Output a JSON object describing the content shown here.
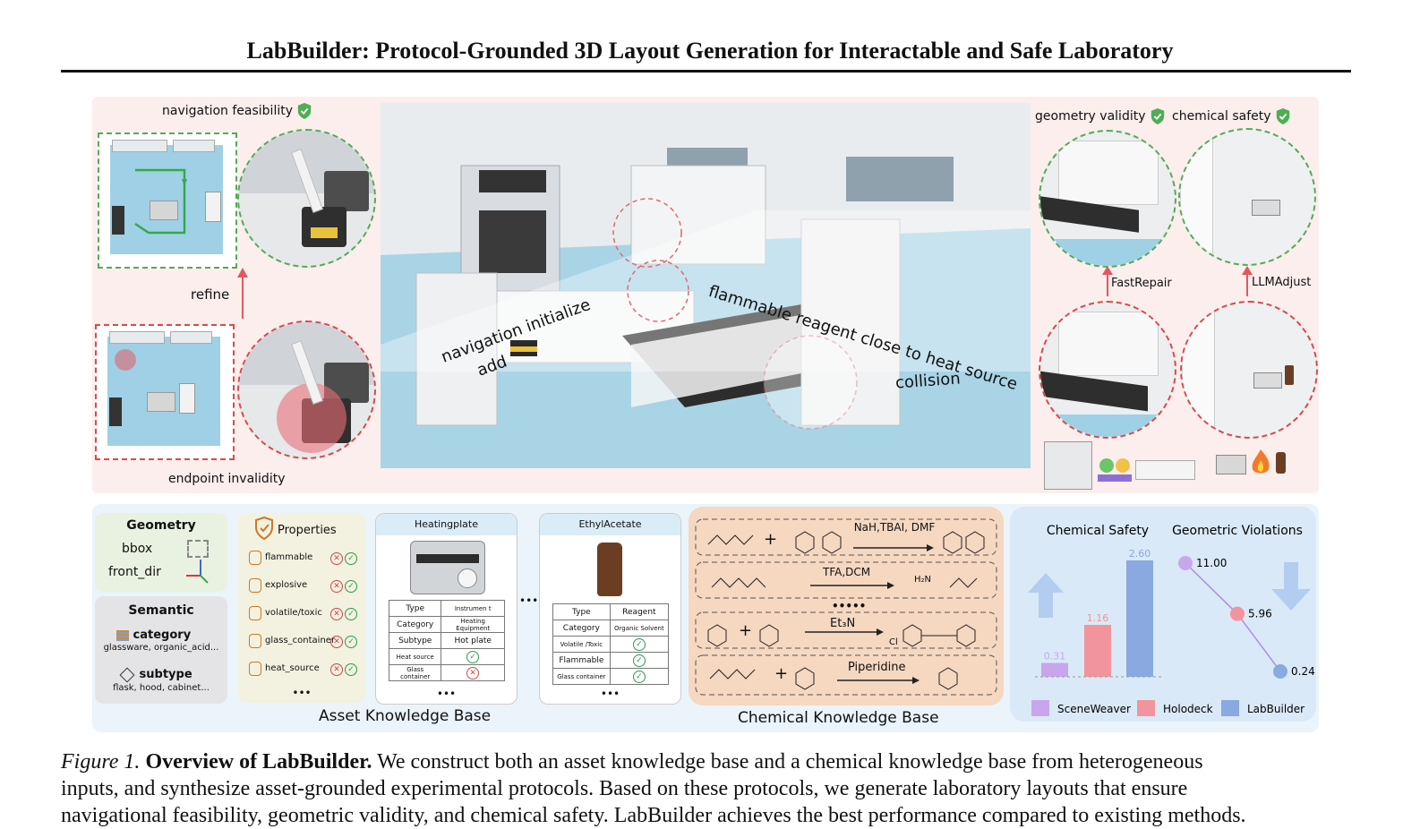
{
  "title": "LabBuilder: Protocol-Grounded 3D Layout Generation for Interactable and Safe Laboratory",
  "top": {
    "nav_feasibility": "navigation feasibility",
    "refine": "refine",
    "endpoint_invalidity": "endpoint invalidity",
    "scene_labels": {
      "flammable": "flammable reagent close to heat source",
      "navigation": "navigation initialize",
      "add": "add",
      "collision": "collision"
    },
    "geometry_validity": "geometry validity",
    "chemical_safety": "chemical safety",
    "fastrepair": "FastRepair",
    "llmadjust": "LLMAdjust"
  },
  "asset_kb": {
    "geometry": {
      "title": "Geometry",
      "bbox": "bbox",
      "front_dir": "front_dir"
    },
    "semantic": {
      "title": "Semantic",
      "category": "category",
      "category_values": "glassware, organic_acid...",
      "subtype": "subtype",
      "subtype_values": "flask, hood, cabinet..."
    },
    "properties": {
      "title": "Properties",
      "items": [
        "flammable",
        "explosive",
        "volatile/toxic",
        "glass_container",
        "heat_source"
      ]
    },
    "heatingplate": {
      "title": "Heatingplate",
      "rows": [
        [
          "Type",
          "Instrumen t"
        ],
        [
          "Category",
          "Heating Equipment"
        ],
        [
          "Subtype",
          "Hot plate"
        ],
        [
          "Heat source",
          "✓"
        ],
        [
          "Glass container",
          "✕"
        ]
      ]
    },
    "ethylacetate": {
      "title": "EthylAcetate",
      "rows": [
        [
          "Type",
          "Reagent"
        ],
        [
          "Category",
          "Organic Solvent"
        ],
        [
          "Volatile /Toxic",
          "✓"
        ],
        [
          "Flammable",
          "✓"
        ],
        [
          "Glass container",
          "✓"
        ]
      ]
    },
    "ellipsis": "•••",
    "label": "Asset Knowledge Base"
  },
  "chem_kb": {
    "label": "Chemical Knowledge Base",
    "reactions": [
      "NaH,TBAI, DMF",
      "TFA,DCM",
      "Et₃N",
      "Piperidine"
    ],
    "dots": "•••••",
    "h2n_label": "H₂N",
    "cl_label": "Cl"
  },
  "chart_data": [
    {
      "type": "bar",
      "title": "Chemical Safety",
      "categories": [
        "SceneWeaver",
        "Holodeck",
        "LabBuilder"
      ],
      "values": [
        0.31,
        1.16,
        2.6
      ],
      "labels": [
        "0.31",
        "1.16",
        "2.60"
      ],
      "colors": [
        "#c9a6ec",
        "#f2949d",
        "#8aa9e0"
      ],
      "direction": "higher is better"
    },
    {
      "type": "scatter",
      "title": "Geometric Violations",
      "categories": [
        "SceneWeaver",
        "Holodeck",
        "LabBuilder"
      ],
      "values": [
        11.0,
        5.96,
        0.24
      ],
      "labels": [
        "11.00",
        "5.96",
        "0.24"
      ],
      "colors": [
        "#c9a6ec",
        "#f2949d",
        "#8aa9e0"
      ],
      "direction": "lower is better"
    }
  ],
  "legend": [
    "SceneWeaver",
    "Holodeck",
    "LabBuilder"
  ],
  "caption": {
    "fig": "Figure 1.",
    "bold": "Overview of LabBuilder.",
    "line1": "We construct both an asset knowledge base and a chemical knowledge base from heterogeneous",
    "line2": "inputs, and synthesize asset-grounded experimental protocols. Based on these protocols, we generate laboratory layouts that ensure",
    "line3": "navigational feasibility, geometric validity, and chemical safety. LabBuilder achieves the best performance compared to existing methods."
  }
}
